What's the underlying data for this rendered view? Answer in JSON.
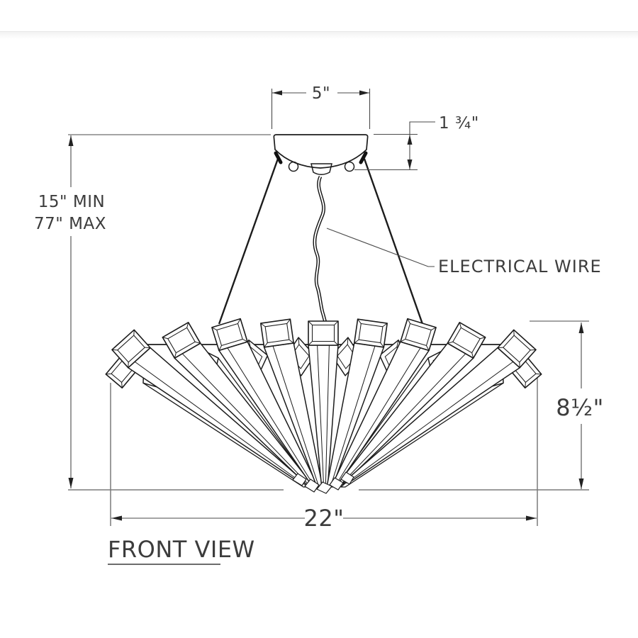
{
  "drawing": {
    "title": "FRONT VIEW",
    "labels": {
      "electrical_wire": "ELECTRICAL WIRE"
    },
    "dimensions": {
      "canopy_width": "5\"",
      "canopy_height": "1 ¾\"",
      "hanging_min": "15\" MIN",
      "hanging_max": "77\" MAX",
      "shade_height": "8½\"",
      "shade_width": "22\""
    },
    "view": "front"
  },
  "colors": {
    "line": "#1c1c1c",
    "dimension_line": "#4a4a4a",
    "extension_line": "#7a7a7a",
    "text": "#3c3c3c",
    "divider": "#e7e7e7",
    "background": "#ffffff"
  }
}
